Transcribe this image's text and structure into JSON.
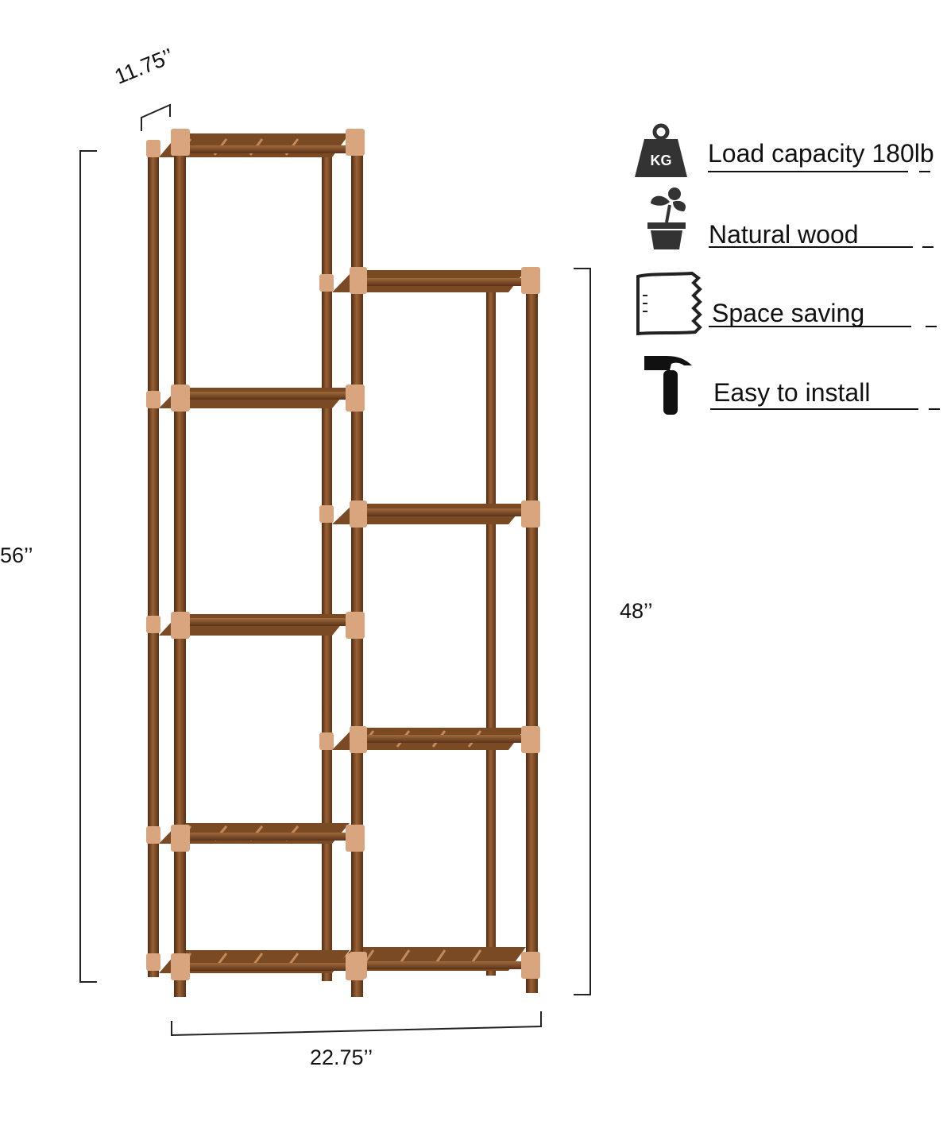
{
  "dimensions": {
    "depth": "11.75’’",
    "total_height": "56’’",
    "right_height": "48’’",
    "width": "22.75’’"
  },
  "features": [
    {
      "icon": "weight-kg-icon",
      "icon_text": "KG",
      "label": "Load capacity 180lb"
    },
    {
      "icon": "potted-plant-icon",
      "label": "Natural wood"
    },
    {
      "icon": "compressed-box-icon",
      "label": "Space saving"
    },
    {
      "icon": "hammer-icon",
      "label": "Easy to install"
    }
  ],
  "colors": {
    "wood_dark": "#6b3f1e",
    "wood_mid": "#9a6235",
    "connector": "#d9a57f"
  }
}
